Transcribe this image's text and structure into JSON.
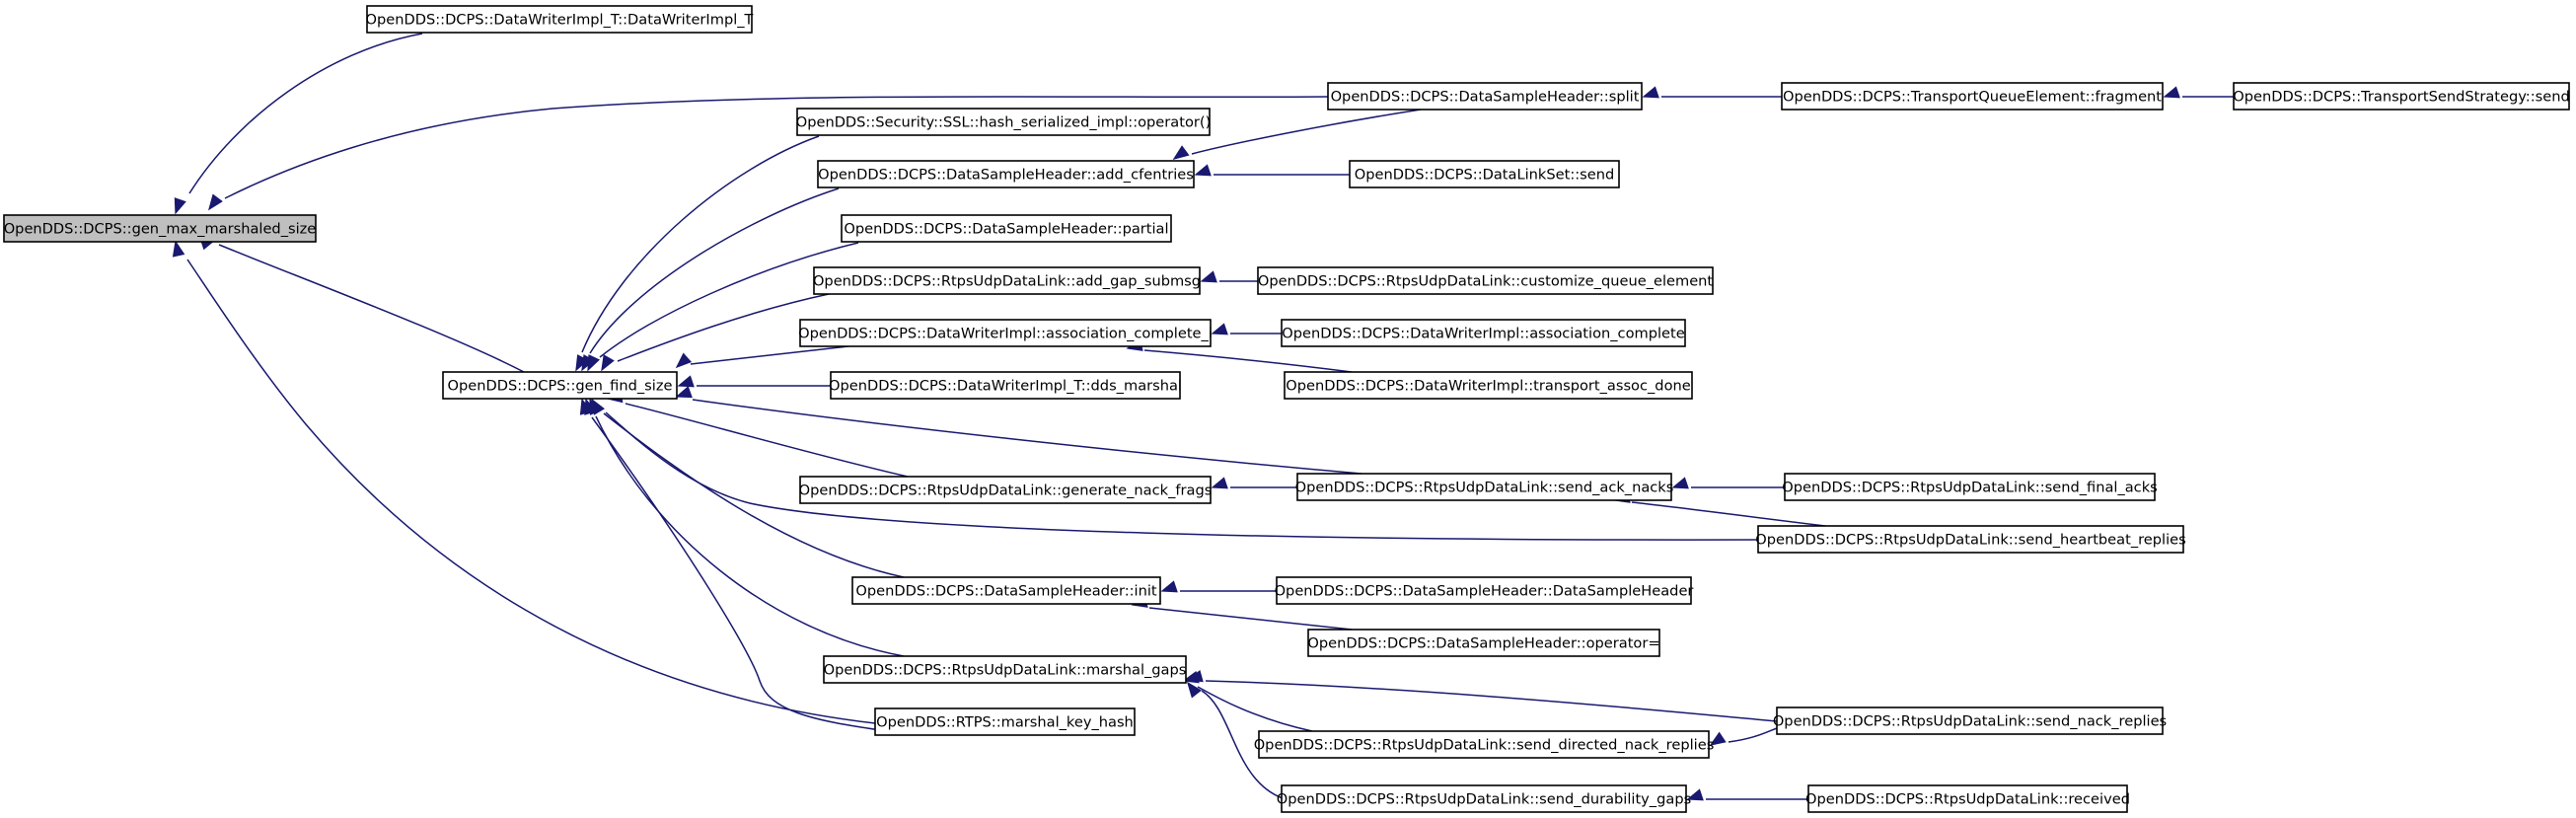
{
  "graph": {
    "kind": "caller-graph",
    "colors": {
      "edge": "#191970",
      "node_fill": "#ffffff",
      "root_fill": "#bfbfbf",
      "border": "#000000"
    },
    "nodes": [
      {
        "id": "gen_max_marshaled_size",
        "label": "OpenDDS::DCPS::gen_max_marshaled_size",
        "root": true
      },
      {
        "id": "dwimpl_t_ctor",
        "label": "OpenDDS::DCPS::DataWriterImpl_T::DataWriterImpl_T"
      },
      {
        "id": "dsh_split",
        "label": "OpenDDS::DCPS::DataSampleHeader::split"
      },
      {
        "id": "tqe_fragment",
        "label": "OpenDDS::DCPS::TransportQueueElement::fragment"
      },
      {
        "id": "tss_send",
        "label": "OpenDDS::DCPS::TransportSendStrategy::send"
      },
      {
        "id": "gen_find_size",
        "label": "OpenDDS::DCPS::gen_find_size"
      },
      {
        "id": "ssl_hash",
        "label": "OpenDDS::Security::SSL::hash_serialized_impl::operator()"
      },
      {
        "id": "dsh_add_cfentries",
        "label": "OpenDDS::DCPS::DataSampleHeader::add_cfentries"
      },
      {
        "id": "dls_send",
        "label": "OpenDDS::DCPS::DataLinkSet::send"
      },
      {
        "id": "dsh_partial",
        "label": "OpenDDS::DCPS::DataSampleHeader::partial"
      },
      {
        "id": "rudl_add_gap",
        "label": "OpenDDS::DCPS::RtpsUdpDataLink::add_gap_submsg"
      },
      {
        "id": "rudl_customize",
        "label": "OpenDDS::DCPS::RtpsUdpDataLink::customize_queue_element"
      },
      {
        "id": "dwi_assoc_complete_i",
        "label": "OpenDDS::DCPS::DataWriterImpl::association_complete_i"
      },
      {
        "id": "dwi_assoc_complete",
        "label": "OpenDDS::DCPS::DataWriterImpl::association_complete"
      },
      {
        "id": "dwi_transport_assoc_done",
        "label": "OpenDDS::DCPS::DataWriterImpl::transport_assoc_done"
      },
      {
        "id": "dwit_dds_marshal",
        "label": "OpenDDS::DCPS::DataWriterImpl_T::dds_marshal"
      },
      {
        "id": "rudl_generate_nack",
        "label": "OpenDDS::DCPS::RtpsUdpDataLink::generate_nack_frags"
      },
      {
        "id": "rudl_send_ack_nacks",
        "label": "OpenDDS::DCPS::RtpsUdpDataLink::send_ack_nacks"
      },
      {
        "id": "rudl_send_final_acks",
        "label": "OpenDDS::DCPS::RtpsUdpDataLink::send_final_acks"
      },
      {
        "id": "rudl_send_heartbeat_replies",
        "label": "OpenDDS::DCPS::RtpsUdpDataLink::send_heartbeat_replies"
      },
      {
        "id": "dsh_init",
        "label": "OpenDDS::DCPS::DataSampleHeader::init"
      },
      {
        "id": "dsh_ctor",
        "label": "OpenDDS::DCPS::DataSampleHeader::DataSampleHeader"
      },
      {
        "id": "dsh_assign",
        "label": "OpenDDS::DCPS::DataSampleHeader::operator="
      },
      {
        "id": "rudl_marshal_gaps",
        "label": "OpenDDS::DCPS::RtpsUdpDataLink::marshal_gaps"
      },
      {
        "id": "rtps_marshal_key_hash",
        "label": "OpenDDS::RTPS::marshal_key_hash"
      },
      {
        "id": "rudl_send_nack_replies",
        "label": "OpenDDS::DCPS::RtpsUdpDataLink::send_nack_replies"
      },
      {
        "id": "rudl_send_directed_nack",
        "label": "OpenDDS::DCPS::RtpsUdpDataLink::send_directed_nack_replies"
      },
      {
        "id": "rudl_send_durability_gaps",
        "label": "OpenDDS::DCPS::RtpsUdpDataLink::send_durability_gaps"
      },
      {
        "id": "rudl_received",
        "label": "OpenDDS::DCPS::RtpsUdpDataLink::received"
      }
    ],
    "edges": [
      {
        "from": "dwimpl_t_ctor",
        "to": "gen_max_marshaled_size"
      },
      {
        "from": "dsh_split",
        "to": "gen_max_marshaled_size"
      },
      {
        "from": "gen_find_size",
        "to": "gen_max_marshaled_size"
      },
      {
        "from": "rtps_marshal_key_hash",
        "to": "gen_max_marshaled_size"
      },
      {
        "from": "tqe_fragment",
        "to": "dsh_split"
      },
      {
        "from": "tss_send",
        "to": "tqe_fragment"
      },
      {
        "from": "ssl_hash",
        "to": "gen_find_size"
      },
      {
        "from": "dsh_add_cfentries",
        "to": "gen_find_size"
      },
      {
        "from": "dsh_partial",
        "to": "gen_find_size"
      },
      {
        "from": "rudl_add_gap",
        "to": "gen_find_size"
      },
      {
        "from": "dwi_assoc_complete_i",
        "to": "gen_find_size"
      },
      {
        "from": "dwit_dds_marshal",
        "to": "gen_find_size"
      },
      {
        "from": "rudl_send_ack_nacks",
        "to": "gen_find_size"
      },
      {
        "from": "rudl_generate_nack",
        "to": "gen_find_size"
      },
      {
        "from": "rudl_send_heartbeat_replies",
        "to": "gen_find_size"
      },
      {
        "from": "dsh_init",
        "to": "gen_find_size"
      },
      {
        "from": "rudl_marshal_gaps",
        "to": "gen_find_size"
      },
      {
        "from": "rtps_marshal_key_hash",
        "to": "gen_find_size"
      },
      {
        "from": "dsh_split",
        "to": "dsh_add_cfentries"
      },
      {
        "from": "dls_send",
        "to": "dsh_add_cfentries"
      },
      {
        "from": "rudl_customize",
        "to": "rudl_add_gap"
      },
      {
        "from": "dwi_assoc_complete",
        "to": "dwi_assoc_complete_i"
      },
      {
        "from": "dwi_transport_assoc_done",
        "to": "dwi_assoc_complete_i"
      },
      {
        "from": "rudl_send_ack_nacks",
        "to": "rudl_generate_nack"
      },
      {
        "from": "rudl_send_final_acks",
        "to": "rudl_send_ack_nacks"
      },
      {
        "from": "rudl_send_heartbeat_replies",
        "to": "rudl_send_ack_nacks"
      },
      {
        "from": "dsh_ctor",
        "to": "dsh_init"
      },
      {
        "from": "dsh_assign",
        "to": "dsh_init"
      },
      {
        "from": "rudl_send_nack_replies",
        "to": "rudl_marshal_gaps"
      },
      {
        "from": "rudl_send_directed_nack",
        "to": "rudl_marshal_gaps"
      },
      {
        "from": "rudl_send_durability_gaps",
        "to": "rudl_marshal_gaps"
      },
      {
        "from": "rudl_send_nack_replies",
        "to": "rudl_send_directed_nack"
      },
      {
        "from": "rudl_received",
        "to": "rudl_send_durability_gaps"
      }
    ]
  }
}
